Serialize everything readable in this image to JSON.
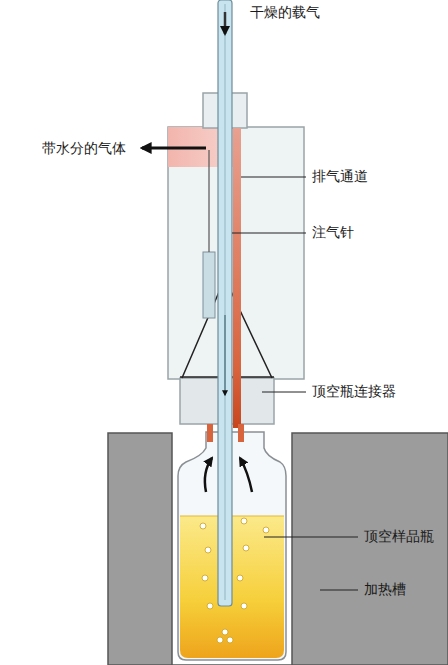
{
  "diagram": {
    "labels": [
      "干燥的载气",
      "带水分的气体",
      "排气通道",
      "注气针",
      "顶空瓶连接器",
      "顶空样品瓶",
      "加热槽"
    ]
  }
}
